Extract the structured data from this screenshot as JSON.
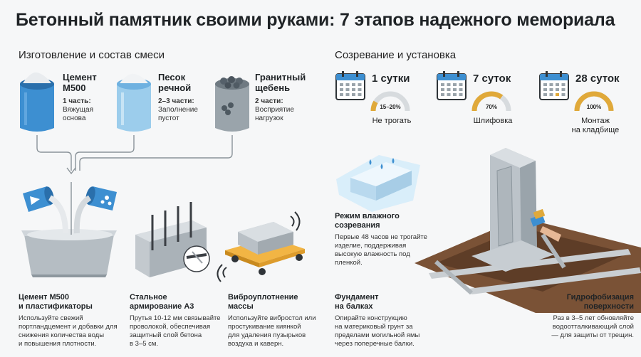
{
  "title": "Бетонный памятник своими руками: 7 этапов надежного мемориала",
  "sections": {
    "mix": "Изготовление и состав смеси",
    "cure": "Созревание и установка"
  },
  "ingredients": [
    {
      "name_1": "Цемент",
      "name_2": "M500",
      "part": "1 часть:",
      "desc_1": "Вяжущая",
      "desc_2": "основа"
    },
    {
      "name_1": "Песок",
      "name_2": "речной",
      "part": "2–3 части:",
      "desc_1": "Заполнение",
      "desc_2": "пустот"
    },
    {
      "name_1": "Гранитный",
      "name_2": "щебень",
      "part": "2 части:",
      "desc_1": "Восприятие",
      "desc_2": "нагрузок"
    }
  ],
  "stages": [
    {
      "period": "1 сутки",
      "percent": "15–20%",
      "fill": 0.175,
      "caption_1": "Не трогать",
      "caption_2": ""
    },
    {
      "period": "7 суток",
      "percent": "70%",
      "fill": 0.7,
      "caption_1": "Шлифовка",
      "caption_2": ""
    },
    {
      "period": "28 суток",
      "percent": "100%",
      "fill": 1.0,
      "caption_1": "Монтаж",
      "caption_2": "на кладбище"
    }
  ],
  "steps": {
    "cement": {
      "title_1": "Цемент M500",
      "title_2": "и пластификаторы",
      "text": [
        "Используйте свежий",
        "портландцемент и добавки для",
        "снижения количества воды",
        "и повышения плотности."
      ]
    },
    "rebar": {
      "title_1": "Стальное",
      "title_2": "армирование А3",
      "text": [
        "Прутья 10-12 мм связывайте",
        "проволокой, обеспечивая",
        "защитный слой бетона",
        "в 3–5 см."
      ]
    },
    "vibro": {
      "title_1": "Виброуплотнение",
      "title_2": "массы",
      "text": [
        "Используйте вибростол или",
        "простукивание киянкой",
        "для удаления пузырьков",
        "воздуха и каверн."
      ]
    },
    "moist": {
      "title_1": "Режим влажного",
      "title_2": "созревания",
      "text": [
        "Первые 48 часов не трогайте",
        "изделие, поддерживая",
        "высокую влажность под",
        "пленкой."
      ]
    },
    "foundation": {
      "title_1": "Фундамент",
      "title_2": "на балках",
      "text": [
        "Опирайте конструкцию",
        "на материковый грунт за",
        "пределами могильной ямы",
        "через поперечные балки."
      ]
    },
    "hydro": {
      "title_1": "Гидрофобизация",
      "title_2": "поверхности",
      "text": [
        "Раз в 3–5 лет обновляйте",
        "водоотталкивающий слой",
        "— для защиты от трещин."
      ]
    }
  },
  "colors": {
    "blue": "#3d8fd1",
    "lightblue": "#9ccdec",
    "gray": "#9aa4ab",
    "gold": "#e0a93a",
    "wood": "#f2b544",
    "soil": "#7a5236"
  }
}
